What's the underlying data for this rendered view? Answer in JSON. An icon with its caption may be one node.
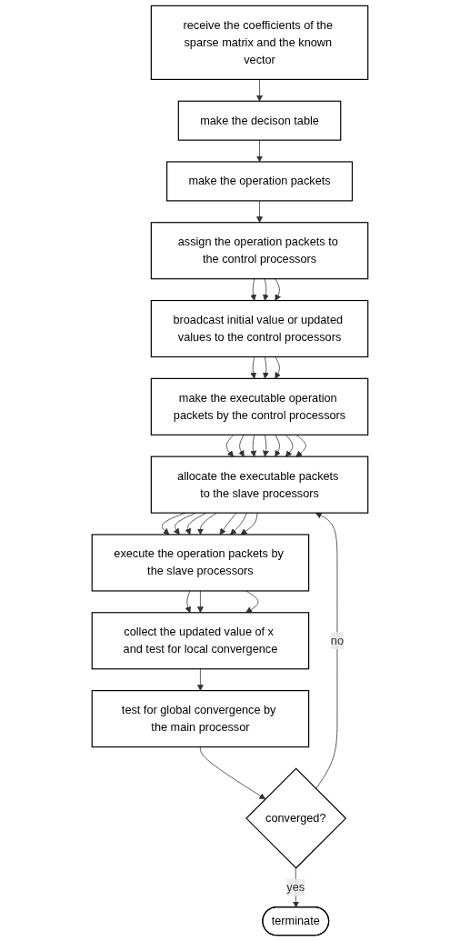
{
  "diagram": {
    "nodes": [
      {
        "text": [
          "receive the coefficients of the sparse matrix and the known vector"
        ]
      },
      {
        "text": [
          "make the decison table"
        ]
      },
      {
        "text": [
          "make the operation packets"
        ]
      },
      {
        "text": [
          "assign the operation packets to the control processors"
        ]
      },
      {
        "text": [
          "broadcast initial value or updated values to the control processors"
        ]
      },
      {
        "text": [
          "make the executable operation packets by the control processors"
        ]
      },
      {
        "text": [
          "allocate the executable packets to the slave processors"
        ]
      },
      {
        "text": [
          "execute the operation packets by the slave processors"
        ]
      },
      {
        "text": [
          "collect the updated value of x and test for local convergence"
        ]
      },
      {
        "text": [
          "test for global convergence by the main processor"
        ]
      },
      {
        "text": [
          "converged?"
        ]
      },
      {
        "text": [
          "terminate"
        ]
      }
    ],
    "edges": [
      {
        "from": 0,
        "to": 1,
        "arrow": "to"
      },
      {
        "from": 1,
        "to": 2,
        "arrow": "to"
      },
      {
        "from": 2,
        "to": 3,
        "arrow": "to"
      },
      {
        "from": 3,
        "to": 4,
        "arrow": "to"
      },
      {
        "from": 3,
        "to": 4,
        "arrow": "to"
      },
      {
        "from": 3,
        "to": 4,
        "arrow": "to"
      },
      {
        "from": 4,
        "to": 5,
        "arrow": "to"
      },
      {
        "from": 4,
        "to": 5,
        "arrow": "to"
      },
      {
        "from": 4,
        "to": 5,
        "arrow": "to"
      },
      {
        "from": 5,
        "to": 6,
        "arrow": "to"
      },
      {
        "from": 5,
        "to": 6,
        "arrow": "to"
      },
      {
        "from": 5,
        "to": 6,
        "arrow": "to"
      },
      {
        "from": 5,
        "to": 6,
        "arrow": "to"
      },
      {
        "from": 5,
        "to": 6,
        "arrow": "to"
      },
      {
        "from": 5,
        "to": 6,
        "arrow": "to"
      },
      {
        "from": 5,
        "to": 6,
        "arrow": "to"
      },
      {
        "from": 6,
        "to": 7,
        "arrow": "to"
      },
      {
        "from": 6,
        "to": 7,
        "arrow": "to"
      },
      {
        "from": 6,
        "to": 7,
        "arrow": "to"
      },
      {
        "from": 6,
        "to": 7,
        "arrow": "to"
      },
      {
        "from": 6,
        "to": 7,
        "arrow": "to"
      },
      {
        "from": 6,
        "to": 7,
        "arrow": "to"
      },
      {
        "from": 6,
        "to": 7,
        "arrow": "to"
      },
      {
        "from": 7,
        "to": 8,
        "arrow": "to"
      },
      {
        "from": 7,
        "to": 8,
        "arrow": "to"
      },
      {
        "from": 7,
        "to": 8,
        "arrow": "to"
      },
      {
        "from": 8,
        "to": 9,
        "arrow": "to"
      },
      {
        "from": 9,
        "to": 10,
        "arrow": "to"
      },
      {
        "from": 10,
        "to": 6,
        "label": "no",
        "arrow": "to"
      },
      {
        "from": 10,
        "to": 11,
        "label": "yes",
        "arrow": "to"
      }
    ]
  }
}
